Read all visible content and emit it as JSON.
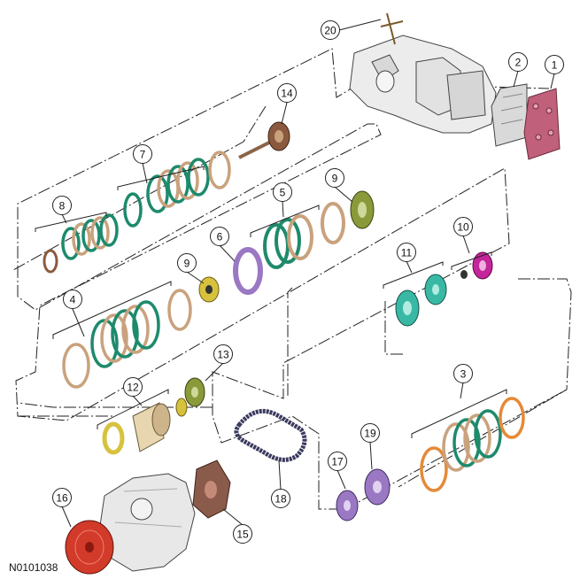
{
  "figure": {
    "id_label": "N0101038",
    "callouts": [
      "1",
      "2",
      "3",
      "4",
      "5",
      "6",
      "7",
      "8",
      "9",
      "9",
      "10",
      "11",
      "12",
      "13",
      "14",
      "15",
      "16",
      "17",
      "18",
      "19",
      "20"
    ]
  },
  "colors": {
    "line": "#222222",
    "clutch_green": "#1e8a6c",
    "friction_tan": "#c9a27d",
    "valve_body_pink": "#c0607a",
    "planet_yellow": "#d7c23e",
    "sprocket_purple": "#9a78c4",
    "plate_orange": "#e58a38",
    "converter_red": "#d23a2a",
    "case_gray": "#dcdcdc",
    "olive_gear": "#8a9a3a",
    "teal": "#39b9a5",
    "magenta": "#c4259a",
    "chain_navy": "#3a3a5e",
    "brown_pump": "#8a5a4a"
  }
}
